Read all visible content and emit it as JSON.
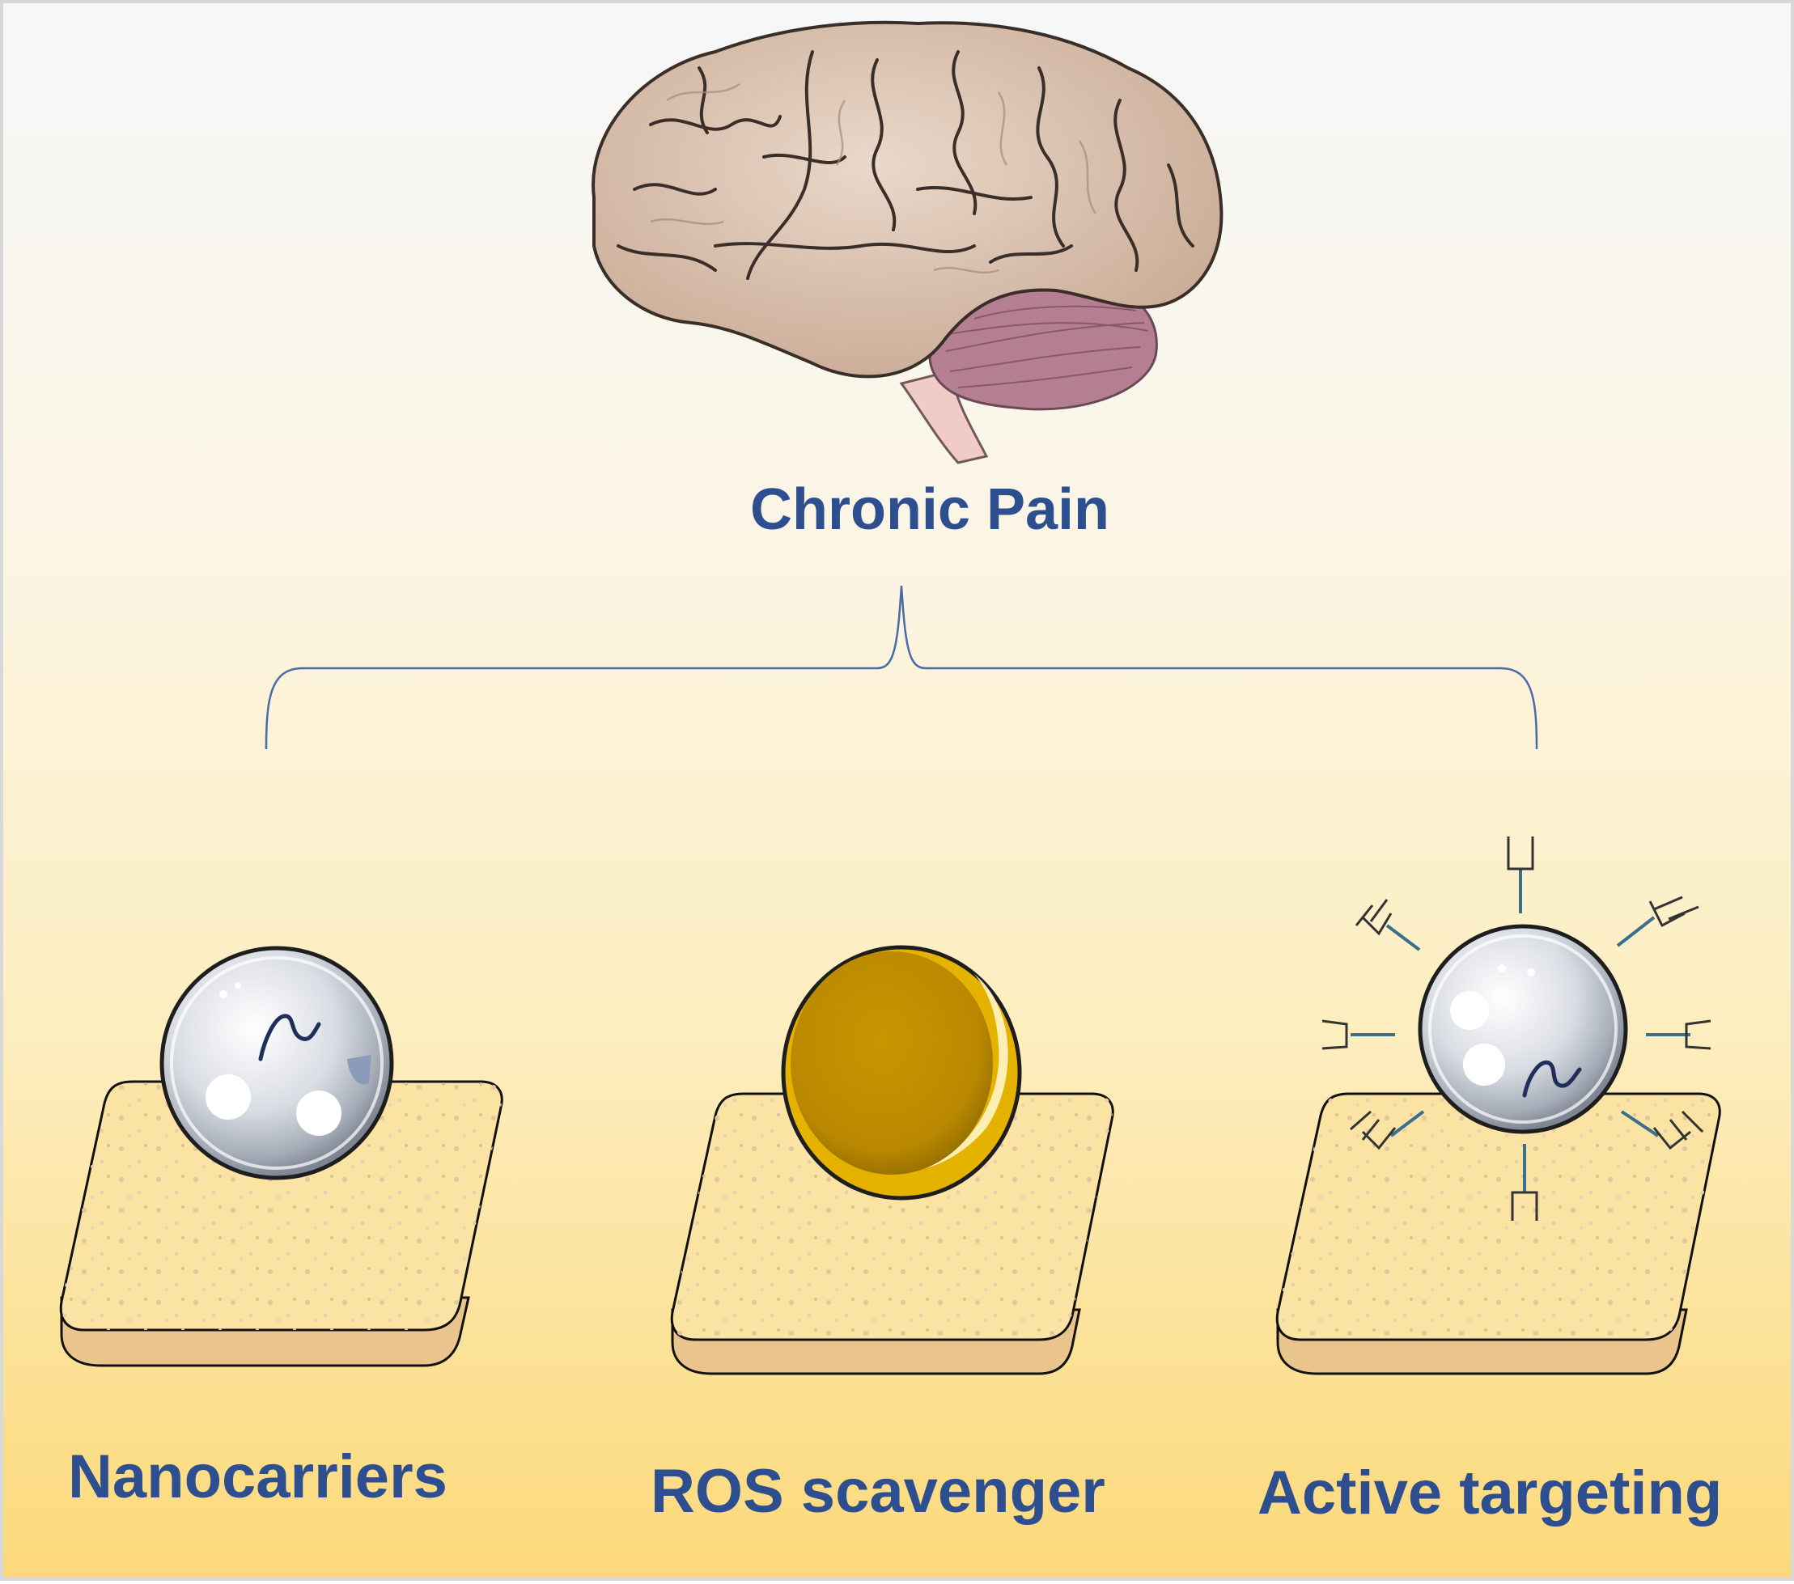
{
  "title": "Chronic Pain",
  "branches": [
    {
      "label": "Nanocarriers",
      "icon": "liposome-with-drug"
    },
    {
      "label": "ROS scavenger",
      "icon": "gold-nanoparticle"
    },
    {
      "label": "Active targeting",
      "icon": "ligand-decorated-liposome"
    }
  ],
  "colors": {
    "text": "#2e4f8f",
    "bracket": "#4a6aa8",
    "tissue_top": "#fbe3a3",
    "tissue_side": "#e9c48c",
    "gold": "#c08e00",
    "brain": "#d9c0ad",
    "cerebellum": "#b07f90"
  }
}
